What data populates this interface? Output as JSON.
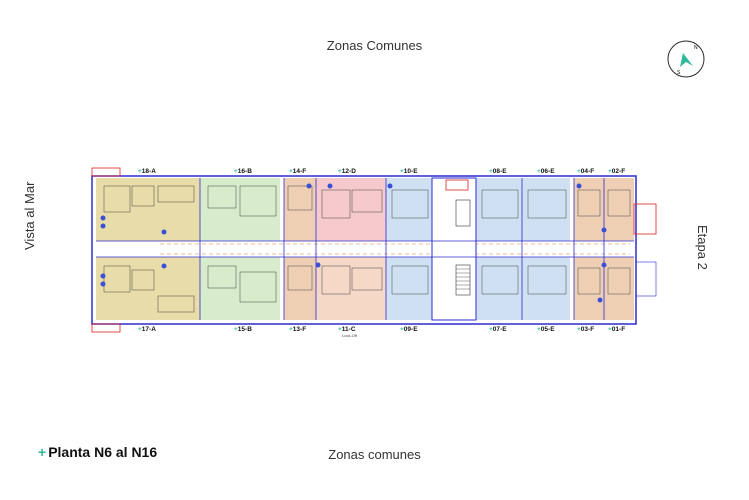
{
  "labels": {
    "top": "Zonas Comunes",
    "bottom": "Zonas comunes",
    "left": "Vista al Mar",
    "right": "Etapa 2",
    "plan_title": "Planta N6 al N16",
    "plan_title_plus": "+",
    "compass_n": "N",
    "compass_s": "S"
  },
  "units_top": [
    {
      "plus": "+",
      "label": "18-A"
    },
    {
      "plus": "+",
      "label": "16-B"
    },
    {
      "plus": "+",
      "label": "14-F"
    },
    {
      "plus": "+",
      "label": "12-D"
    },
    {
      "plus": "+",
      "label": "10-E"
    },
    {
      "plus": "+",
      "label": "08-E"
    },
    {
      "plus": "+",
      "label": "06-E"
    },
    {
      "plus": "+",
      "label": "04-F"
    },
    {
      "plus": "+",
      "label": "02-F"
    }
  ],
  "units_bottom": [
    {
      "plus": "+",
      "label": "17-A"
    },
    {
      "plus": "+",
      "label": "15-B"
    },
    {
      "plus": "+",
      "label": "13-F"
    },
    {
      "plus": "+",
      "label": "11-C",
      "sub": "Lock-Off"
    },
    {
      "plus": "+",
      "label": "09-E"
    },
    {
      "plus": "+",
      "label": "07-E"
    },
    {
      "plus": "+",
      "label": "05-E"
    },
    {
      "plus": "+",
      "label": "03-F"
    },
    {
      "plus": "+",
      "label": "01-F"
    }
  ],
  "colors": {
    "A": "#e8dca8",
    "B": "#d6eccb",
    "F": "#efcfb4",
    "D": "#f6c9cc",
    "C": "#f6d8c6",
    "E": "#cfe0f2",
    "corridor": "#ffffff",
    "wall": "#2b2bd1",
    "accent": "#2fb99a"
  }
}
